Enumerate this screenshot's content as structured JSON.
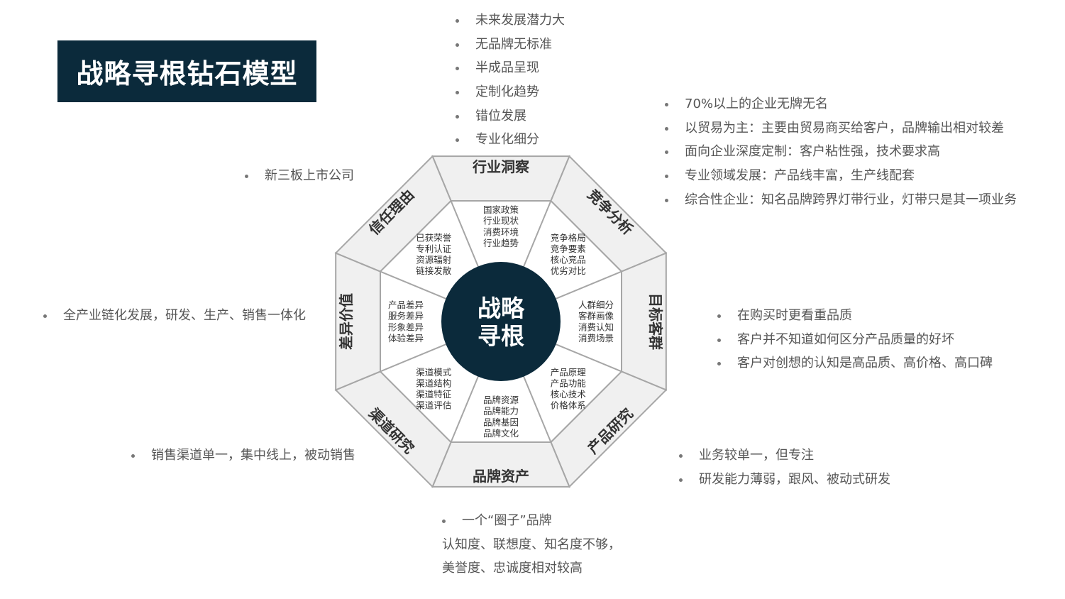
{
  "title": "战略寻根钻石模型",
  "center": {
    "line1": "战略",
    "line2": "寻根"
  },
  "segments": [
    {
      "key": "industry",
      "name": "行业洞察",
      "items": [
        "国家政策",
        "行业现状",
        "消费环境",
        "行业趋势"
      ]
    },
    {
      "key": "competition",
      "name": "竞争分析",
      "items": [
        "竞争格局",
        "竞争要素",
        "核心竞品",
        "优劣对比"
      ]
    },
    {
      "key": "customer",
      "name": "目标客群",
      "items": [
        "人群细分",
        "客群画像",
        "消费认知",
        "消费场景"
      ]
    },
    {
      "key": "product",
      "name": "产品研究",
      "items": [
        "产品原理",
        "产品功能",
        "核心技术",
        "价格体系"
      ]
    },
    {
      "key": "brand",
      "name": "品牌资产",
      "items": [
        "品牌资源",
        "品牌能力",
        "品牌基因",
        "品牌文化"
      ]
    },
    {
      "key": "channel",
      "name": "渠道研究",
      "items": [
        "渠道模式",
        "渠道结构",
        "渠道特征",
        "渠道评估"
      ]
    },
    {
      "key": "difference",
      "name": "差异价值",
      "items": [
        "产品差异",
        "服务差异",
        "形象差异",
        "体验差异"
      ]
    },
    {
      "key": "trust",
      "name": "信任理由",
      "items": [
        "已获荣誉",
        "专利认证",
        "资源辐射",
        "链接发散"
      ]
    }
  ],
  "notes": {
    "industry": [
      "未来发展潜力大",
      "无品牌无标准",
      "半成品呈现",
      "定制化趋势",
      "错位发展",
      "专业化细分"
    ],
    "competition": [
      "70%以上的企业无牌无名",
      "以贸易为主：主要由贸易商买给客户，品牌输出相对较差",
      "面向企业深度定制：客户粘性强，技术要求高",
      "专业领域发展：产品线丰富，生产线配套",
      "综合性企业：知名品牌跨界灯带行业，灯带只是其一项业务"
    ],
    "trust": [
      "新三板上市公司"
    ],
    "customer": [
      "在购买时更看重品质",
      "客户并不知道如何区分产品质量的好坏",
      "客户对创想的认知是高品质、高价格、高口碑"
    ],
    "difference": [
      "全产业链化发展，研发、生产、销售一体化"
    ],
    "channel": [
      "销售渠道单一，集中线上，被动销售"
    ],
    "product": [
      "业务较单一，但专注",
      "研发能力薄弱，跟风、被动式研发"
    ],
    "brand": {
      "bullet": "一个“圈子”品牌",
      "lines": [
        "认知度、联想度、知名度不够，",
        "美誉度、忠诚度相对较高"
      ]
    }
  },
  "colors": {
    "title_bg": "#0b2a3b",
    "hub": "#0b2a3b",
    "segment_fill": "#f0f0f0",
    "stroke": "#a6a6a6"
  }
}
